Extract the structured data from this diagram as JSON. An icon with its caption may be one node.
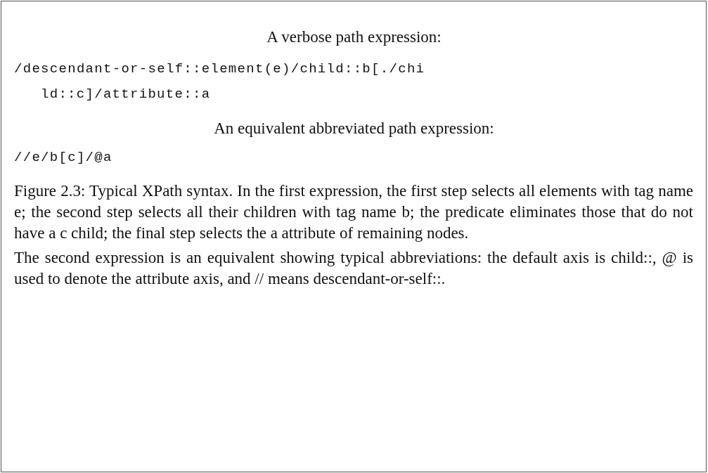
{
  "diagram": {
    "caption": "Figure 2.3: Typical XPath syntax. In the first expression, the first step selects all elements with tag name e; the second step selects all their children with tag name b; the predicate eliminates those that do not have a c child; the final step selects the a attribute of remaining nodes.",
    "labels": [
      "A verbose path expression:",
      "/descendant-or-self::element(e)/child::b[./child::c]/attribute::a",
      "An equivalent abbreviated path expression:",
      "//e/b[c]/@a",
      "The second expression is an equivalent showing typical abbreviations: the default axis is child::, @ is used to denote the attribute axis, and // means descendant-or-self::."
    ]
  }
}
